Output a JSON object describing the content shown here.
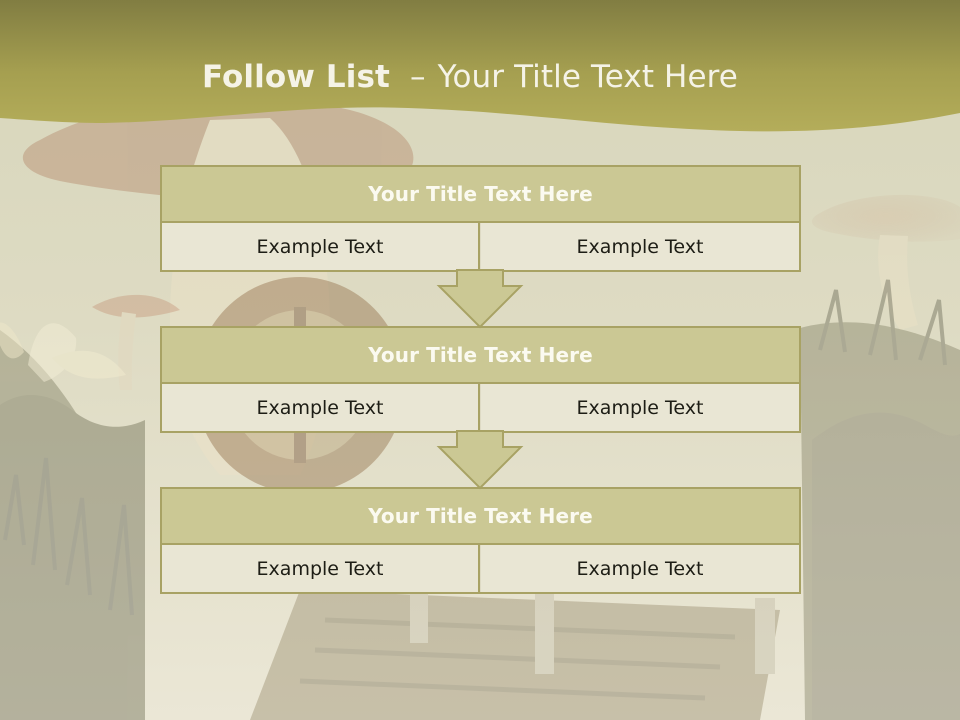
{
  "slide": {
    "title": {
      "strong": "Follow List",
      "separator": "–",
      "regular": "Your Title Text Here"
    },
    "colors": {
      "header_band": "#a8a04f",
      "panel_header": "#cbc894",
      "panel_cell": "#e9e6d4",
      "border": "#a8a264",
      "arrow": "#cbc894"
    }
  },
  "blocks": [
    {
      "title": "Your Title Text Here",
      "items": [
        "Example Text",
        "Example Text"
      ]
    },
    {
      "title": "Your Title Text Here",
      "items": [
        "Example Text",
        "Example Text"
      ]
    },
    {
      "title": "Your Title Text Here",
      "items": [
        "Example Text",
        "Example Text"
      ]
    }
  ],
  "icons": {
    "connector": "down-arrow-icon"
  }
}
